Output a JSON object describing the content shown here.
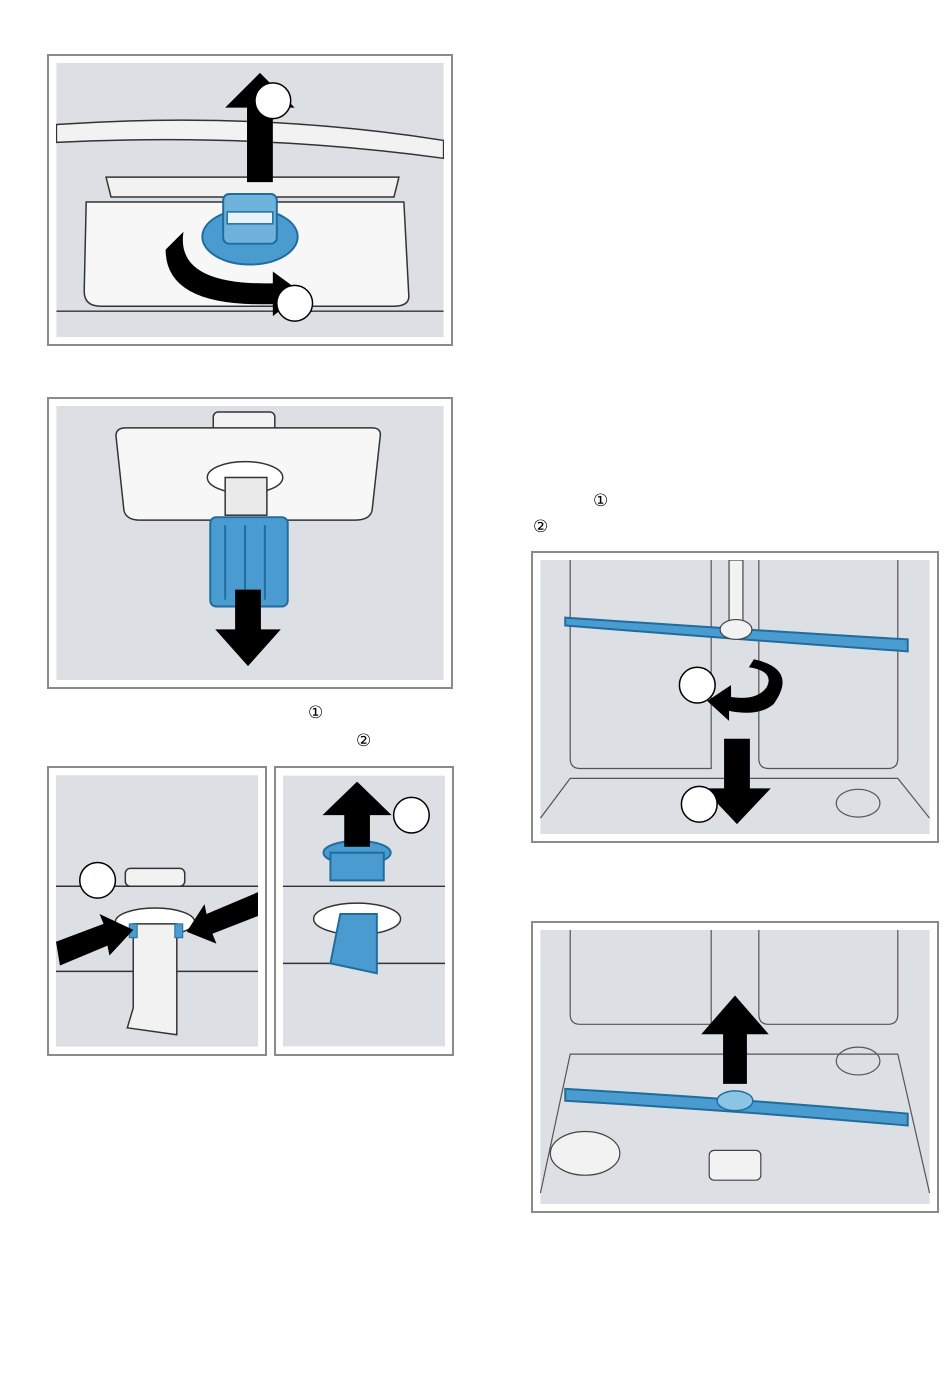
{
  "text_markers": {
    "left_step_1": "①",
    "left_step_2": "②",
    "right_step_1": "①",
    "right_step_2": "②"
  },
  "colors": {
    "panel_bg": "#dcdfe3",
    "part_blue": "#4a9bcf",
    "part_blue_dark": "#1f6d9e",
    "arrow": "#000000",
    "frame_border": "#8a8a8a"
  },
  "figures": [
    {
      "id": "fig-1",
      "subject": "filter-removal-rotate-and-lift",
      "icons": [
        "up-arrow-icon",
        "rotate-arrow-icon",
        "callout-circle-icon"
      ]
    },
    {
      "id": "fig-2",
      "subject": "filter-cylinder-pull-down",
      "icons": [
        "down-arrow-icon"
      ]
    },
    {
      "id": "fig-3",
      "subject": "filter-squeeze-release",
      "icons": [
        "press-arrow-icon",
        "callout-circle-icon"
      ]
    },
    {
      "id": "fig-4",
      "subject": "fine-filter-lift-out",
      "icons": [
        "up-arrow-icon",
        "callout-circle-icon"
      ]
    },
    {
      "id": "fig-5",
      "subject": "lower-spray-arm-unscrew-and-remove",
      "icons": [
        "rotate-arrow-icon",
        "down-arrow-icon",
        "callout-circle-icon"
      ]
    },
    {
      "id": "fig-6",
      "subject": "spray-arm-lift-off",
      "icons": [
        "up-arrow-icon"
      ]
    }
  ]
}
